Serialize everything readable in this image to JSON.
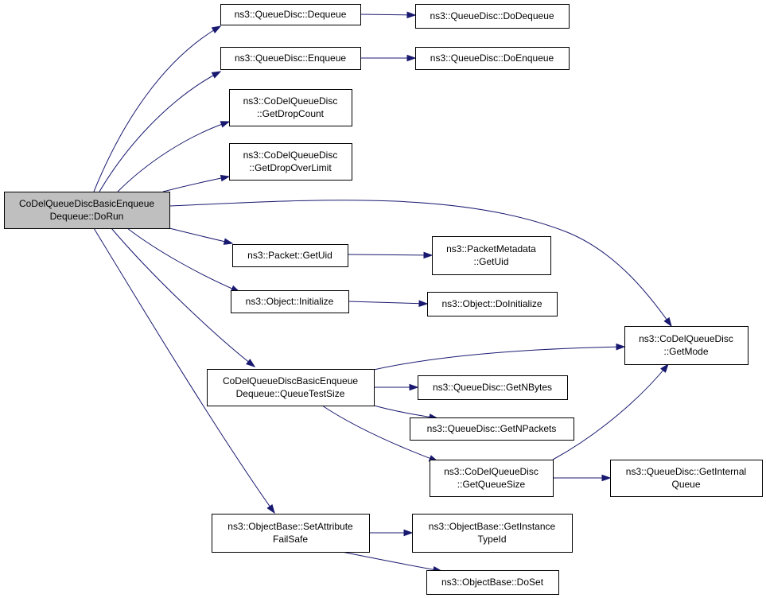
{
  "diagram": {
    "type": "call-graph",
    "root": "dorun",
    "colors": {
      "edge": "#191970",
      "root_fill": "#bfbfbf",
      "node_fill": "#ffffff",
      "node_border": "#000000"
    },
    "nodes": [
      {
        "id": "dorun",
        "lines": [
          "CoDelQueueDiscBasicEnqueue",
          "Dequeue::DoRun"
        ]
      },
      {
        "id": "dequeue",
        "lines": [
          "ns3::QueueDisc::Dequeue"
        ]
      },
      {
        "id": "dodequeue",
        "lines": [
          "ns3::QueueDisc::DoDequeue"
        ]
      },
      {
        "id": "enqueue",
        "lines": [
          "ns3::QueueDisc::Enqueue"
        ]
      },
      {
        "id": "doenqueue",
        "lines": [
          "ns3::QueueDisc::DoEnqueue"
        ]
      },
      {
        "id": "getdropcount",
        "lines": [
          "ns3::CoDelQueueDisc",
          "::GetDropCount"
        ]
      },
      {
        "id": "getdropoverlimit",
        "lines": [
          "ns3::CoDelQueueDisc",
          "::GetDropOverLimit"
        ]
      },
      {
        "id": "getmode",
        "lines": [
          "ns3::CoDelQueueDisc",
          "::GetMode"
        ]
      },
      {
        "id": "packetgetuid",
        "lines": [
          "ns3::Packet::GetUid"
        ]
      },
      {
        "id": "metadatagetuid",
        "lines": [
          "ns3::PacketMetadata",
          "::GetUid"
        ]
      },
      {
        "id": "objinit",
        "lines": [
          "ns3::Object::Initialize"
        ]
      },
      {
        "id": "objdoinit",
        "lines": [
          "ns3::Object::DoInitialize"
        ]
      },
      {
        "id": "queuetestsize",
        "lines": [
          "CoDelQueueDiscBasicEnqueue",
          "Dequeue::QueueTestSize"
        ]
      },
      {
        "id": "getnbytes",
        "lines": [
          "ns3::QueueDisc::GetNBytes"
        ]
      },
      {
        "id": "getnpackets",
        "lines": [
          "ns3::QueueDisc::GetNPackets"
        ]
      },
      {
        "id": "getqueuesize",
        "lines": [
          "ns3::CoDelQueueDisc",
          "::GetQueueSize"
        ]
      },
      {
        "id": "getinternalqueue",
        "lines": [
          "ns3::QueueDisc::GetInternal",
          "Queue"
        ]
      },
      {
        "id": "setattrfailsafe",
        "lines": [
          "ns3::ObjectBase::SetAttribute",
          "FailSafe"
        ]
      },
      {
        "id": "getinstancetypeid",
        "lines": [
          "ns3::ObjectBase::GetInstance",
          "TypeId"
        ]
      },
      {
        "id": "doset",
        "lines": [
          "ns3::ObjectBase::DoSet"
        ]
      }
    ],
    "edges": [
      {
        "from": "dorun",
        "to": "dequeue"
      },
      {
        "from": "dorun",
        "to": "enqueue"
      },
      {
        "from": "dorun",
        "to": "getdropcount"
      },
      {
        "from": "dorun",
        "to": "getdropoverlimit"
      },
      {
        "from": "dorun",
        "to": "getmode"
      },
      {
        "from": "dorun",
        "to": "packetgetuid"
      },
      {
        "from": "dorun",
        "to": "objinit"
      },
      {
        "from": "dorun",
        "to": "queuetestsize"
      },
      {
        "from": "dorun",
        "to": "setattrfailsafe"
      },
      {
        "from": "dequeue",
        "to": "dodequeue"
      },
      {
        "from": "enqueue",
        "to": "doenqueue"
      },
      {
        "from": "packetgetuid",
        "to": "metadatagetuid"
      },
      {
        "from": "objinit",
        "to": "objdoinit"
      },
      {
        "from": "queuetestsize",
        "to": "getmode"
      },
      {
        "from": "queuetestsize",
        "to": "getnbytes"
      },
      {
        "from": "queuetestsize",
        "to": "getnpackets"
      },
      {
        "from": "queuetestsize",
        "to": "getqueuesize"
      },
      {
        "from": "getqueuesize",
        "to": "getmode"
      },
      {
        "from": "getqueuesize",
        "to": "getinternalqueue"
      },
      {
        "from": "setattrfailsafe",
        "to": "getinstancetypeid"
      },
      {
        "from": "setattrfailsafe",
        "to": "doset"
      }
    ]
  }
}
